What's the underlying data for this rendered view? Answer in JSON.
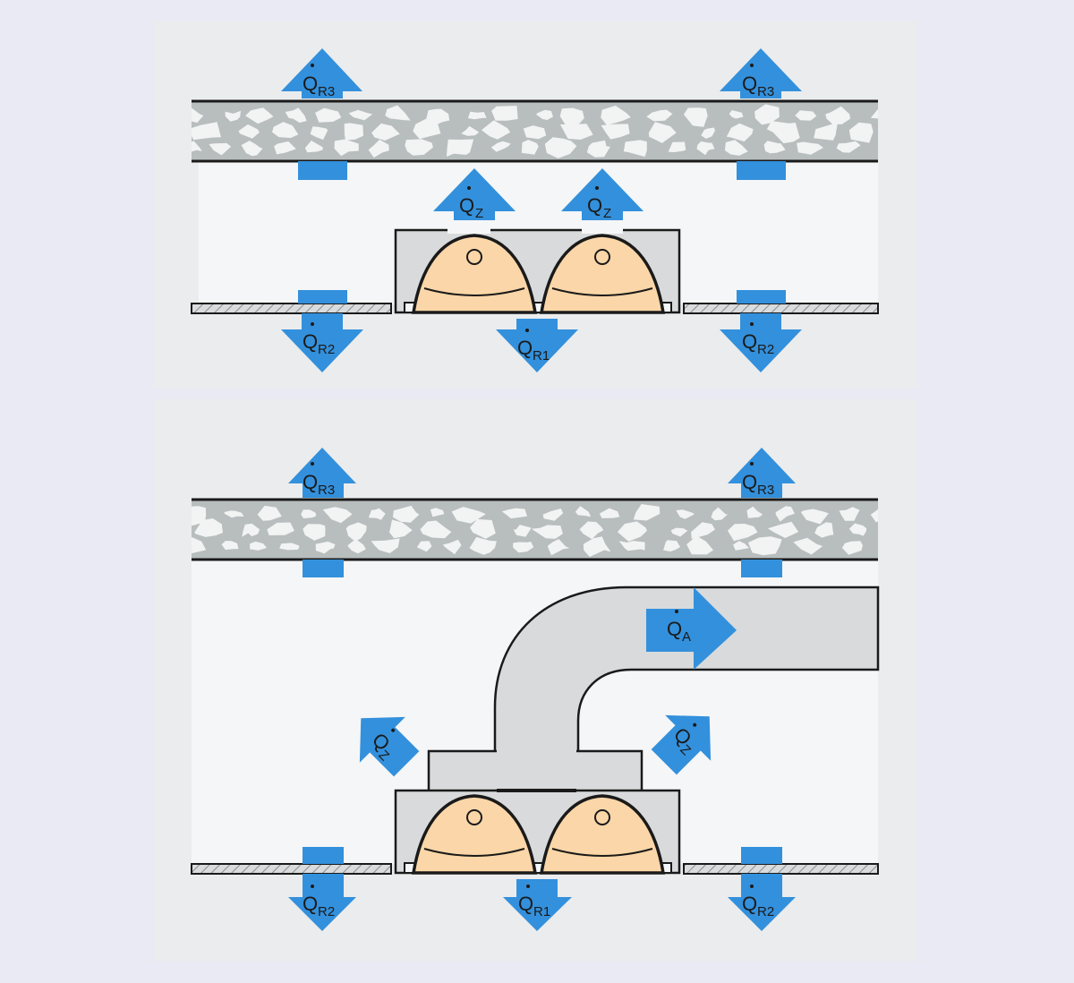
{
  "colors": {
    "page_bg": "#e9eaf4",
    "panel_bg": "#ebeced",
    "room_fill": "#f5f6f7",
    "ceiling_fill": "#b8bdbd",
    "stone_fill": "#f2f3f3",
    "flow_arrow": "#3390dc",
    "unit_fill": "#d8dadb",
    "heater_fill": "#fbd6a8",
    "outline": "#1a1a1a"
  },
  "icons": {
    "arrow": "flow-arrow-icon",
    "heater": "heater-element-icon",
    "ceiling": "concrete-ceiling-icon"
  },
  "symbols": {
    "q_letter": "Q",
    "r3": "R3",
    "r2": "R2",
    "r1": "R1",
    "z": "Z",
    "a": "A"
  },
  "diagram": {
    "top_panel": {
      "labels": [
        "Q̇R3 left",
        "Q̇R3 right",
        "Q̇Z left",
        "Q̇Z right",
        "Q̇R2 left",
        "Q̇R1",
        "Q̇R2 right"
      ]
    },
    "bottom_panel": {
      "labels": [
        "Q̇R3 left",
        "Q̇R3 right",
        "Q̇A",
        "Q̇Z left",
        "Q̇Z right",
        "Q̇R2 left",
        "Q̇R1",
        "Q̇R2 right"
      ]
    }
  }
}
